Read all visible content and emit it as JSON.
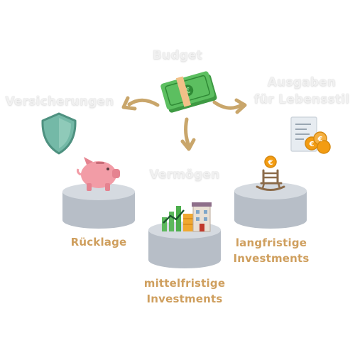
{
  "diagram": {
    "root": "Budget",
    "branches": {
      "left": "Versicherungen",
      "center": "Vermögen",
      "right_line1": "Ausgaben",
      "right_line2": "für Lebensstil"
    },
    "assets": {
      "reserve": "Rücklage",
      "mid_line1": "mittelfristige",
      "mid_line2": "Investments",
      "long_line1": "langfristige",
      "long_line2": "Investments"
    },
    "icons": [
      "money-bundle-icon",
      "shield-icon",
      "receipt-coins-icon",
      "piggy-bank-icon",
      "bar-chart-buildings-icon",
      "rocking-chair-icon"
    ]
  },
  "colors": {
    "arrow": "#c9a66b",
    "label_gold": "#cf9f5e",
    "label_light": "#f1f1f1",
    "pedestal_top": "#d5dae0",
    "pedestal_side": "#b7bec7",
    "shield": "#74b9a7",
    "piggy": "#f29ca6",
    "money": "#4caf50",
    "coin": "#f39c12"
  }
}
